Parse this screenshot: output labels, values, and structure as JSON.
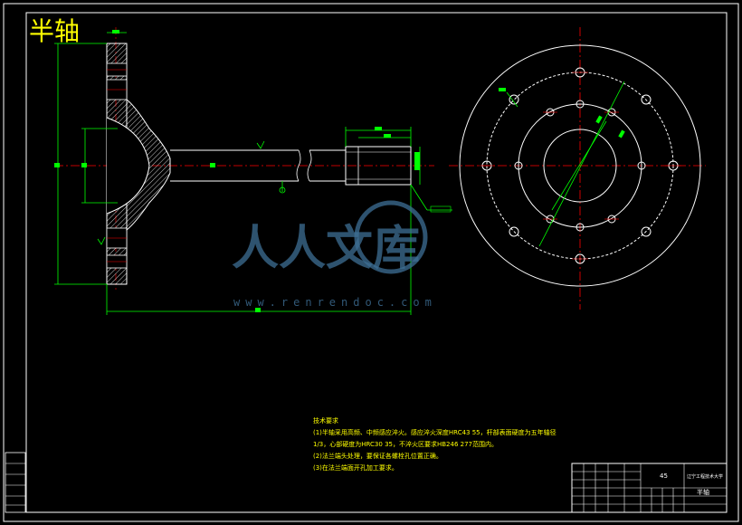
{
  "drawing": {
    "title": "半轴",
    "title_block": {
      "part_name": "半轴",
      "school": "辽宁工程技术大学",
      "material": "45"
    },
    "tech_requirements": {
      "heading": "技术要求",
      "lines": [
        "(1)半轴采用高频、中频感应淬火。感应淬火深度HRC43 55，杆部表面硬度为五年轴径",
        "1/3，心部硬度为HRC30 35，不淬火区要求HB246 277范围内。",
        "(2)法兰端头处理，要保证各螺栓孔位置正确。",
        "(3)在法兰端面开孔加工要求。"
      ]
    },
    "watermark": {
      "text": "人人文库",
      "url": "www.renrendoc.com"
    }
  }
}
